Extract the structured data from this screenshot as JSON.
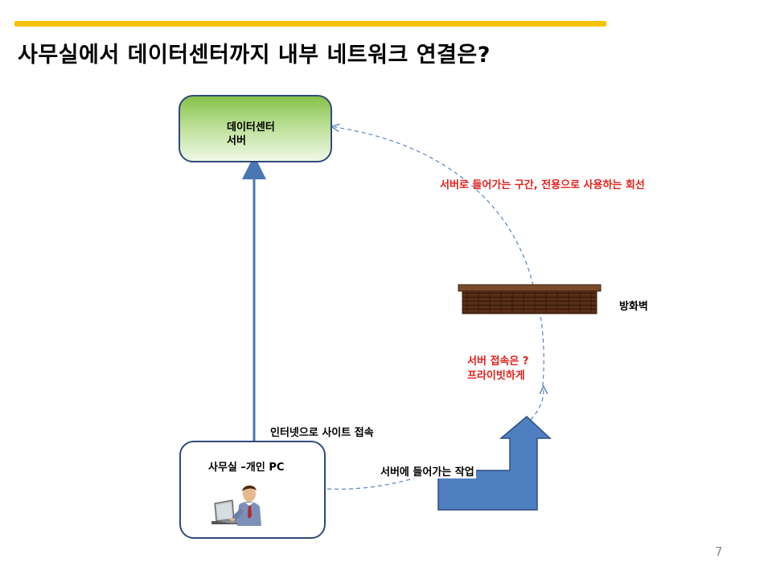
{
  "header": {
    "title": "사무실에서 데이터센터까지 내부 네트워크 연결은?",
    "accent_color": "#f7c200"
  },
  "nodes": {
    "datacenter": {
      "label": "데이터센터\n서버",
      "fill_top": "#86c24a",
      "border": "#2f4b7c"
    },
    "office_pc": {
      "label": "사무실 –개인 PC",
      "border": "#2f4b7c"
    },
    "firewall": {
      "label": "방화벽",
      "color": "#7a4a2a"
    }
  },
  "annotations": {
    "dedicated_line": "서버로 들어가는 구간, 전용으로 사용하는 회선",
    "private_access": "서버 접속은 ?\n프라이빗하게",
    "internet_access": "인터넷으로 사이트 접속",
    "server_work": "서버에 들어가는 작업"
  },
  "footer": {
    "page_number": "7"
  },
  "colors": {
    "line_blue": "#4a76b3",
    "dashed_blue": "#5a86c0",
    "arrow_fill": "#4f7fc0",
    "arrow_border": "#2d4f80",
    "annotation_red": "#e0201b"
  }
}
